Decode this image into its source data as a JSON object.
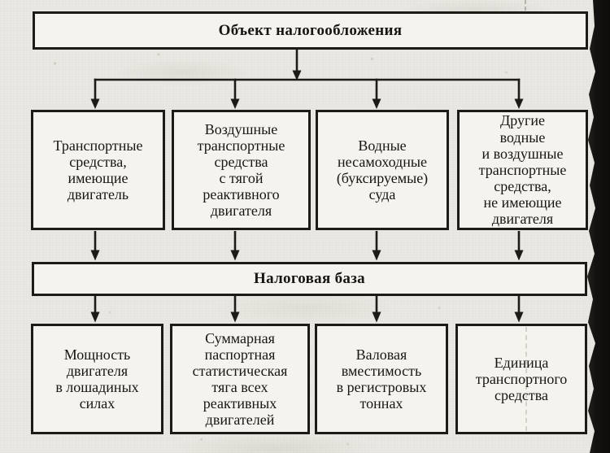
{
  "diagram": {
    "title": "Объект налогообложения",
    "base_bar_title": "Налоговая база",
    "objects": [
      {
        "label": "Транспортные\nсредства,\nимеющие\nдвигатель"
      },
      {
        "label": "Воздушные\nтранспортные\nсредства\nс тягой\nреактивного\nдвигателя"
      },
      {
        "label": "Водные\nнесамоходные\n(буксируемые)\nсуда"
      },
      {
        "label": "Другие\nводные\nи воздушные\nтранспортные\nсредства,\nне имеющие\nдвигателя"
      }
    ],
    "bases": [
      {
        "label": "Мощность\nдвигателя\nв лошадиных\nсилах"
      },
      {
        "label": "Суммарная\nпаспортная\nстатистическая\nтяга всех\nреактивных\nдвигателей"
      },
      {
        "label": "Валовая\nвместимость\nв регистровых\nтоннах"
      },
      {
        "label": "Единица\nтранспортного\nсредства"
      }
    ],
    "colors": {
      "ink": "#1d1b17",
      "paper": "#eae8e2",
      "box_fill": "#f4f3ed",
      "scan_band": "#141210"
    }
  }
}
